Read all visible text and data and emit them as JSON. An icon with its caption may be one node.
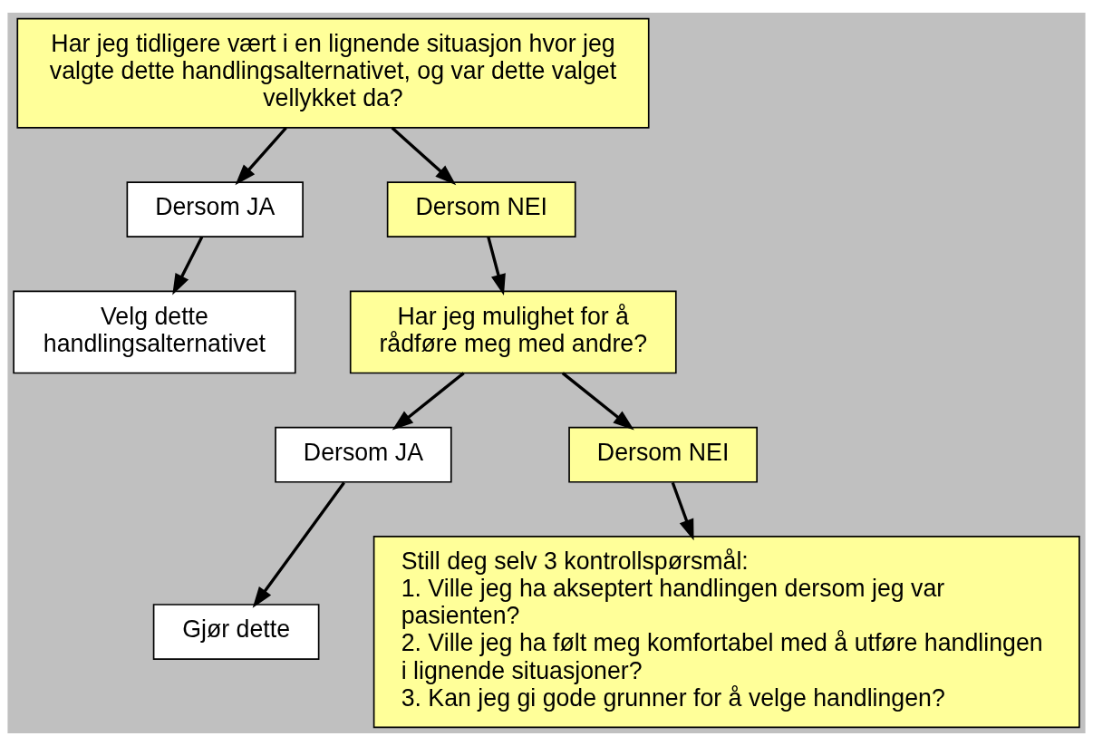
{
  "diagram": {
    "nodes": [
      {
        "text": [
          "Har jeg tidligere vært i en lignende situasjon hvor jeg valgte dette handlingsalternativet, og var dette valget vellykket da?"
        ]
      },
      {
        "text": [
          "Dersom JA"
        ]
      },
      {
        "text": [
          "Dersom NEI"
        ]
      },
      {
        "text": [
          "Velg dette handlingsalternativet"
        ]
      },
      {
        "text": [
          "Har jeg mulighet for å rådføre meg med andre?"
        ]
      },
      {
        "text": [
          "Dersom JA"
        ]
      },
      {
        "text": [
          "Dersom NEI"
        ]
      },
      {
        "text": [
          "Gjør dette"
        ]
      },
      {
        "text": [
          "Still deg selv 3 kontrollspørsmål:",
          "1. Ville jeg ha akseptert handlingen dersom jeg var pasienten?",
          "2. Ville jeg ha følt meg komfortabel med å utføre handlingen i lignende situasjoner?",
          "3. Kan jeg gi gode grunner for å velge handlingen?"
        ]
      }
    ],
    "edges": [
      {
        "from": 0,
        "to": 1,
        "arrow": "to"
      },
      {
        "from": 0,
        "to": 2,
        "arrow": "to"
      },
      {
        "from": 1,
        "to": 3,
        "arrow": "to"
      },
      {
        "from": 2,
        "to": 4,
        "arrow": "to"
      },
      {
        "from": 4,
        "to": 5,
        "arrow": "to"
      },
      {
        "from": 4,
        "to": 6,
        "arrow": "to"
      },
      {
        "from": 5,
        "to": 7,
        "arrow": "to"
      },
      {
        "from": 6,
        "to": 8,
        "arrow": "to"
      }
    ]
  }
}
